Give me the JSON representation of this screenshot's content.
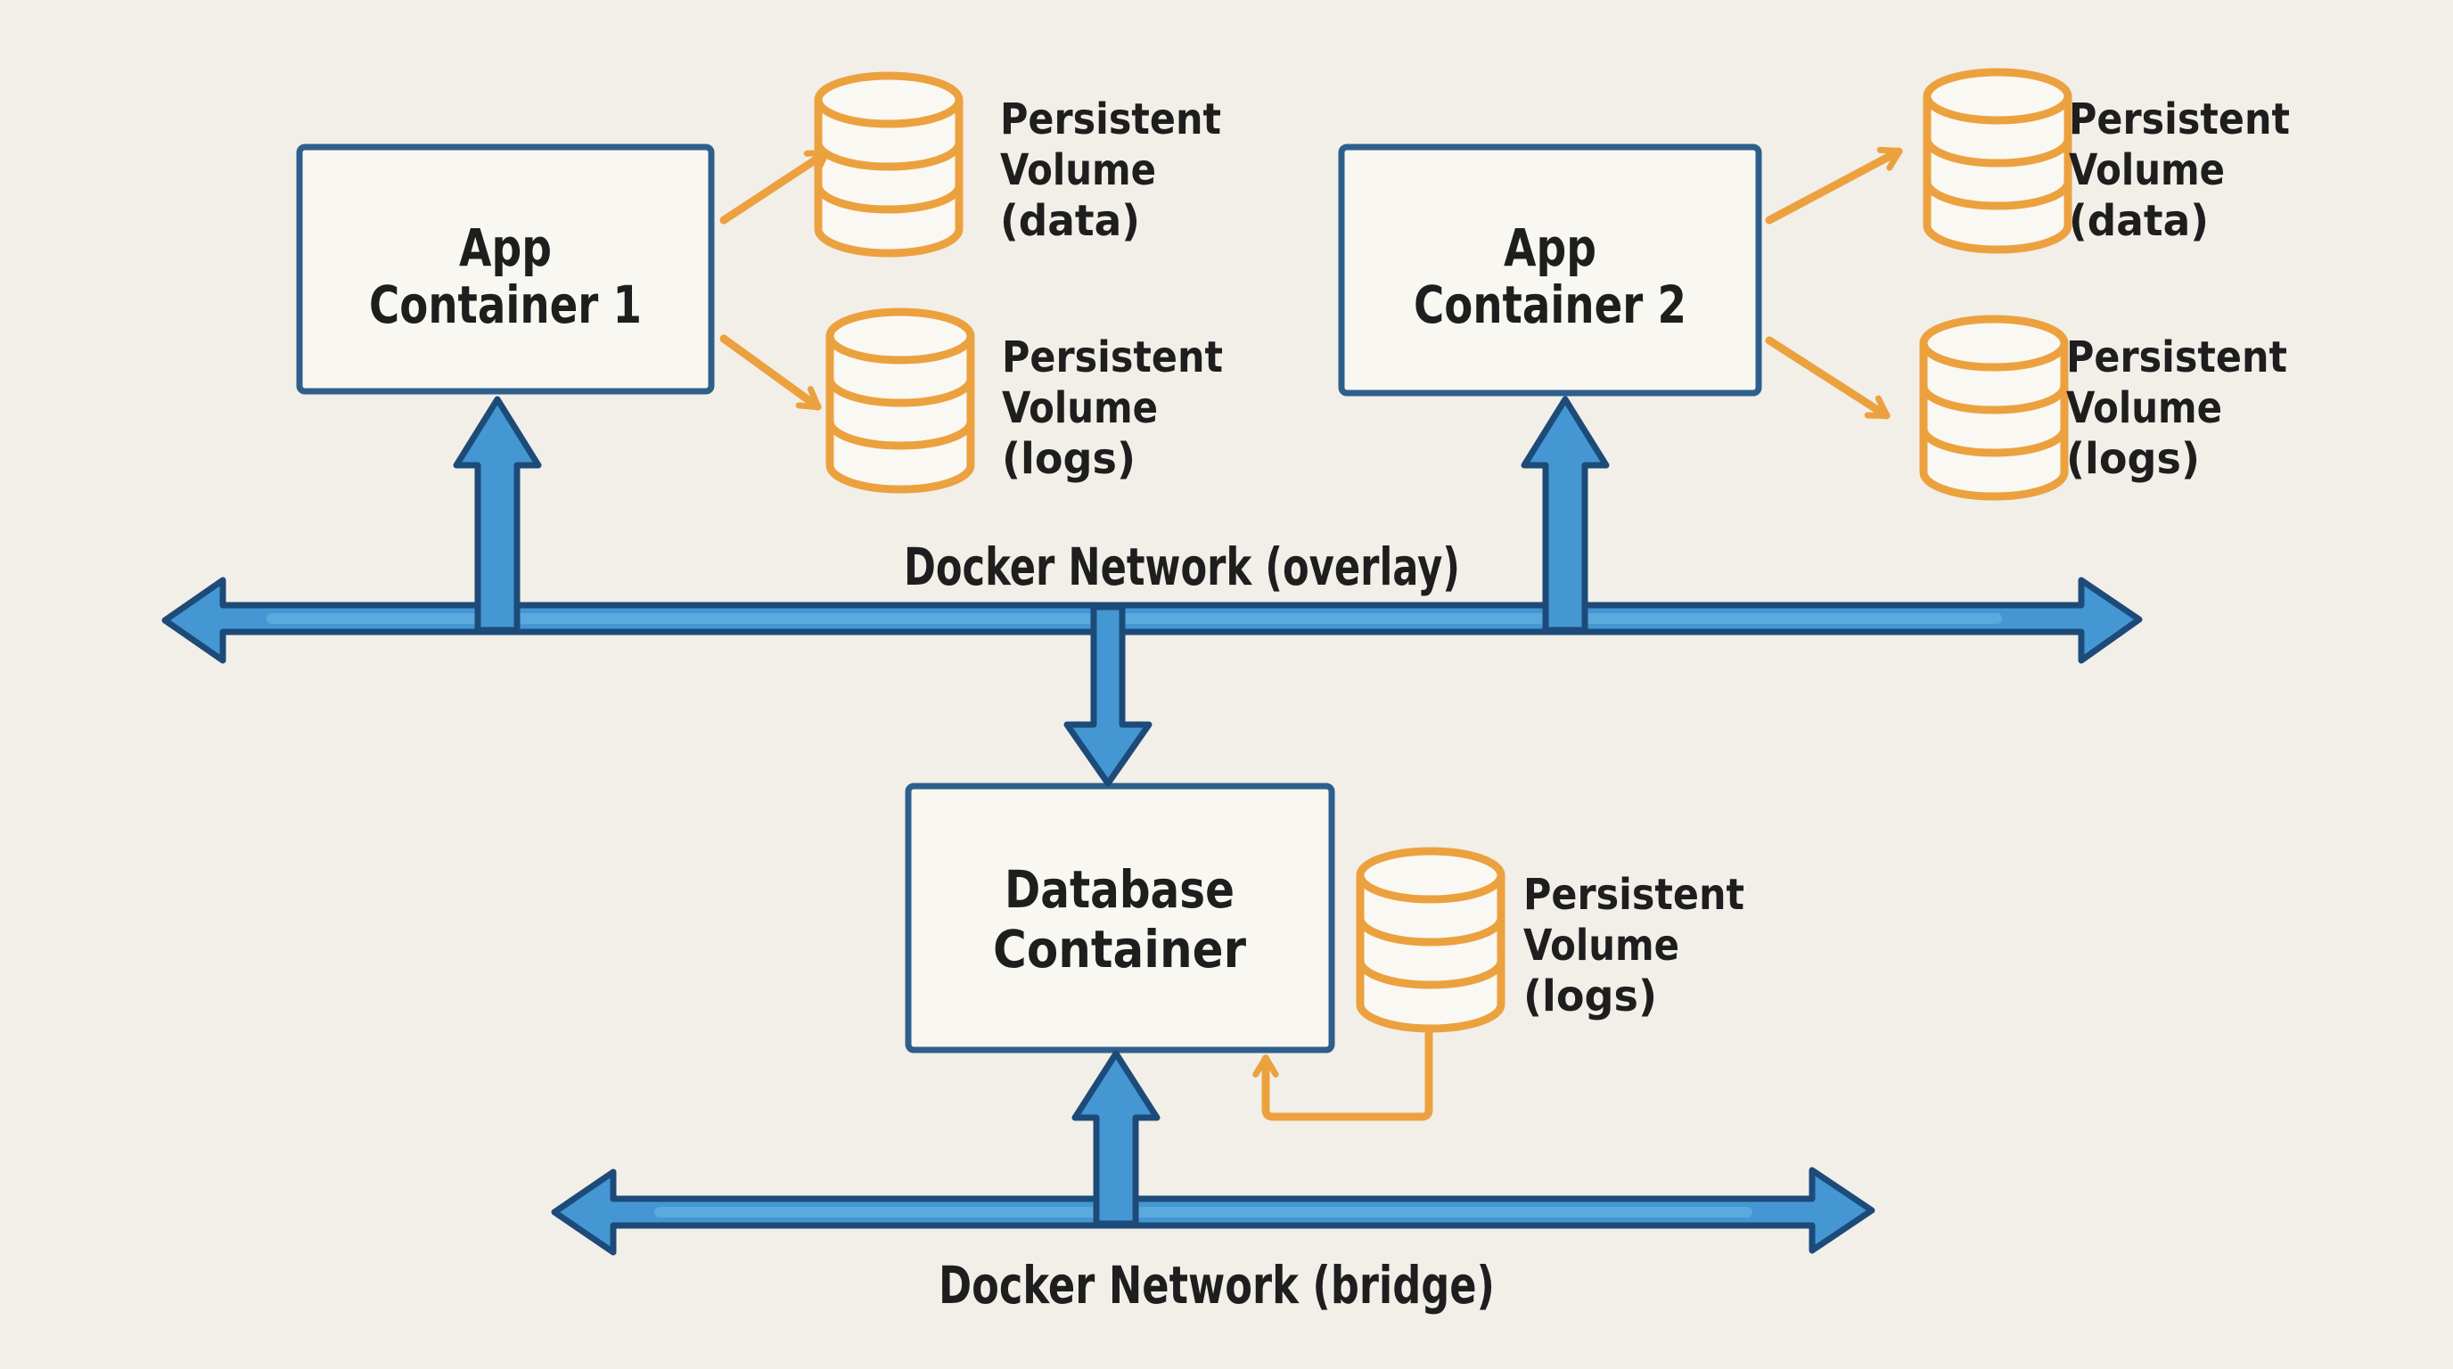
{
  "diagram": {
    "containers": {
      "app1": {
        "line1": "App",
        "line2": "Container 1"
      },
      "app2": {
        "line1": "App",
        "line2": "Container 2"
      },
      "db": {
        "line1": "Database",
        "line2": "Container"
      }
    },
    "volumes": {
      "app1_data": {
        "line1": "Persistent",
        "line2": "Volume",
        "line3": "(data)"
      },
      "app1_logs": {
        "line1": "Persistent",
        "line2": "Volume",
        "line3": "(logs)"
      },
      "app2_data": {
        "line1": "Persistent",
        "line2": "Volume",
        "line3": "(data)"
      },
      "app2_logs": {
        "line1": "Persistent",
        "line2": "Volume",
        "line3": "(logs)"
      },
      "db_logs": {
        "line1": "Persistent",
        "line2": "Volume",
        "line3": "(logs)"
      }
    },
    "networks": {
      "overlay": {
        "label": "Docker Network (overlay)"
      },
      "bridge": {
        "label": "Docker Network (bridge)"
      }
    },
    "colors": {
      "background": "#f2efe8",
      "container_border": "#2e5f8c",
      "container_fill": "#f9f7f1",
      "network_arrow_fill": "#4497d3",
      "network_arrow_outline": "#1d4b79",
      "network_arrow_highlight": "#5fadde",
      "volume_outline": "#eca13f",
      "text": "#1e1e1e"
    }
  }
}
